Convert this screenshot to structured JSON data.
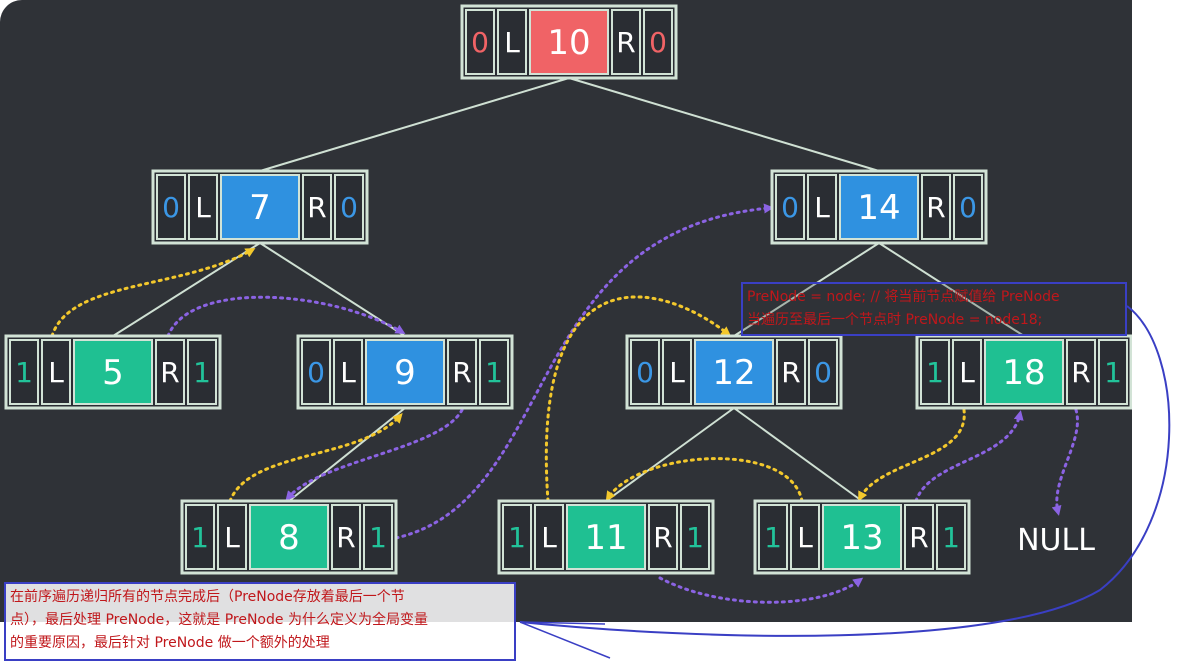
{
  "colors": {
    "background": "#2f3237",
    "root": "#f06366",
    "blue": "#2f91e0",
    "green": "#1fc092",
    "cell_dark": "#2a2d33",
    "cell_border": "#d2e3d6",
    "flag_blue": "#3b97e6",
    "flag_green": "#22c39a",
    "flag_red": "#f06366",
    "yellow_arrow": "#f3c82c",
    "purple_arrow": "#8b63e3",
    "note_border": "#3a3fc4",
    "note_text": "#c0171b"
  },
  "nodes": [
    {
      "id": "10",
      "value": "10",
      "left_tag": "0",
      "right_tag": "0",
      "left_label": "L",
      "right_label": "R",
      "color": "root",
      "tag_color": "flag_red"
    },
    {
      "id": "7",
      "value": "7",
      "left_tag": "0",
      "right_tag": "0",
      "left_label": "L",
      "right_label": "R",
      "color": "blue",
      "tag_color": "flag_blue"
    },
    {
      "id": "14",
      "value": "14",
      "left_tag": "0",
      "right_tag": "0",
      "left_label": "L",
      "right_label": "R",
      "color": "blue",
      "tag_color": "flag_blue"
    },
    {
      "id": "5",
      "value": "5",
      "left_tag": "1",
      "right_tag": "1",
      "left_label": "L",
      "right_label": "R",
      "color": "green",
      "tag_color": "flag_green"
    },
    {
      "id": "9",
      "value": "9",
      "left_tag": "0",
      "right_tag": "1",
      "left_label": "L",
      "right_label": "R",
      "color": "blue",
      "tag_color": "mixed"
    },
    {
      "id": "12",
      "value": "12",
      "left_tag": "0",
      "right_tag": "0",
      "left_label": "L",
      "right_label": "R",
      "color": "blue",
      "tag_color": "flag_blue"
    },
    {
      "id": "18",
      "value": "18",
      "left_tag": "1",
      "right_tag": "1",
      "left_label": "L",
      "right_label": "R",
      "color": "green",
      "tag_color": "flag_green"
    },
    {
      "id": "8",
      "value": "8",
      "left_tag": "1",
      "right_tag": "1",
      "left_label": "L",
      "right_label": "R",
      "color": "green",
      "tag_color": "flag_green"
    },
    {
      "id": "11",
      "value": "11",
      "left_tag": "1",
      "right_tag": "1",
      "left_label": "L",
      "right_label": "R",
      "color": "green",
      "tag_color": "flag_green"
    },
    {
      "id": "13",
      "value": "13",
      "left_tag": "1",
      "right_tag": "1",
      "left_label": "L",
      "right_label": "R",
      "color": "green",
      "tag_color": "flag_green"
    }
  ],
  "edges": [
    {
      "from": "10",
      "to": "7"
    },
    {
      "from": "10",
      "to": "14"
    },
    {
      "from": "7",
      "to": "5"
    },
    {
      "from": "7",
      "to": "9"
    },
    {
      "from": "9",
      "to": "8"
    },
    {
      "from": "14",
      "to": "12"
    },
    {
      "from": "14",
      "to": "18"
    },
    {
      "from": "12",
      "to": "11"
    },
    {
      "from": "12",
      "to": "13"
    }
  ],
  "null_label": "NULL",
  "note_top": {
    "line1": "PreNode = node; // 将当前节点赋值给 PreNode",
    "line2": "当遍历至最后一个节点时 PreNode = node18;"
  },
  "note_bottom": {
    "line1": "在前序遍历递归所有的节点完成后（PreNode存放着最后一个节",
    "line2": "点），最后处理 PreNode，这就是 PreNode 为什么定义为全局变量",
    "line3": "的重要原因，最后针对 PreNode 做一个额外的处理"
  }
}
